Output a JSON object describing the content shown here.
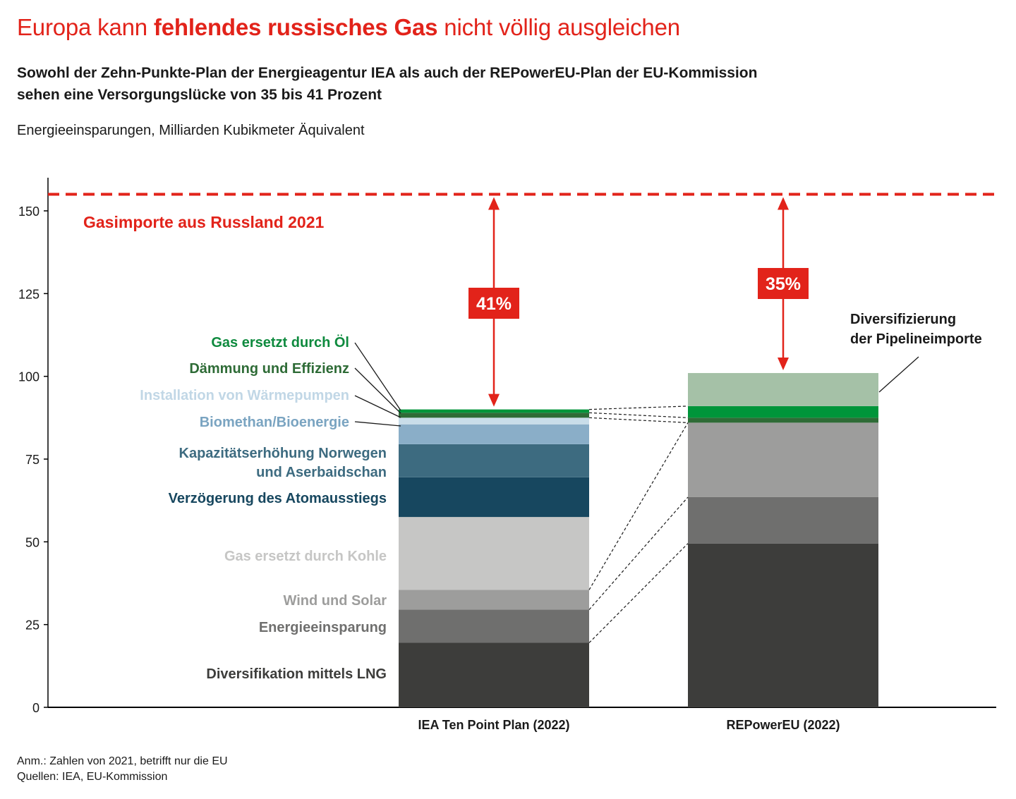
{
  "header": {
    "title_pre": "Europa kann ",
    "title_bold": "fehlendes russisches Gas",
    "title_post": " nicht völlig ausgleichen",
    "subtitle_line1": "Sowohl der Zehn-Punkte-Plan der Energieagentur IEA als auch der REPowerEU-Plan der EU-Kommission",
    "subtitle_line2": "sehen eine Versorgungslücke von 35 bis 41 Prozent",
    "unit": "Energieeinsparungen, Milliarden Kubikmeter Äquivalent"
  },
  "footer": {
    "note": "Anm.: Zahlen von 2021, betrifft nur die EU",
    "sources": "Quellen: IEA, EU-Kommission"
  },
  "colors": {
    "accent_red": "#e2231a",
    "axis": "#000000"
  },
  "chart_data": {
    "type": "bar",
    "stacked": true,
    "categories": [
      "IEA Ten Point Plan (2022)",
      "REPowerEU (2022)"
    ],
    "ylim": [
      0,
      160
    ],
    "yticks": [
      0,
      25,
      50,
      75,
      100,
      125,
      150
    ],
    "reference_line": {
      "label": "Gasimporte aus Russland 2021",
      "value": 155,
      "color": "#e2231a",
      "style": "dashed"
    },
    "gap_labels": [
      "41%",
      "35%"
    ],
    "series": [
      {
        "name": "Diversifikation mittels LNG",
        "color": "#3d3d3b",
        "values": [
          19.5,
          49.5
        ]
      },
      {
        "name": "Energieeinsparung",
        "color": "#6f6f6e",
        "values": [
          10,
          14
        ]
      },
      {
        "name": "Wind und Solar",
        "color": "#9d9d9c",
        "values": [
          6,
          22.5
        ]
      },
      {
        "name": "Gas ersetzt durch Kohle",
        "color": "#c6c6c5",
        "values": [
          22,
          0
        ]
      },
      {
        "name": "Verzögerung des Atomausstiegs",
        "color": "#17475f",
        "values": [
          12,
          0
        ]
      },
      {
        "name": "Kapazitätserhöhung Norwegen und Aserbaidschan",
        "color": "#3d6b80",
        "values": [
          10,
          0
        ]
      },
      {
        "name": "Biomethan/Bioenergie",
        "color": "#8aaec8",
        "values": [
          6,
          0
        ]
      },
      {
        "name": "Installation von Wärmepumpen",
        "color": "#c9dde9",
        "values": [
          2,
          0
        ]
      },
      {
        "name": "Dämmung und Effizienz",
        "color": "#2e6b36",
        "values": [
          1.5,
          1.5
        ]
      },
      {
        "name": "Gas ersetzt durch Öl",
        "color": "#00953a",
        "values": [
          1,
          3.5
        ]
      },
      {
        "name": "Diversifizierung der Pipelineimporte",
        "color": "#a5c1a7",
        "values": [
          0,
          10
        ]
      }
    ],
    "labels_left": [
      {
        "lines": [
          "Gas ersetzt durch Öl"
        ],
        "color": "#0e8a3e"
      },
      {
        "lines": [
          "Dämmung und Effizienz"
        ],
        "color": "#2e6b36"
      },
      {
        "lines": [
          "Installation von Wärmepumpen"
        ],
        "color": "#c1d7e6"
      },
      {
        "lines": [
          "Biomethan/Bioenergie"
        ],
        "color": "#7aa4c1"
      },
      {
        "lines": [
          "Kapazitätserhöhung Norwegen",
          "und Aserbaidschan"
        ],
        "color": "#3d6b80"
      },
      {
        "lines": [
          "Verzögerung des Atomausstiegs"
        ],
        "color": "#17475f"
      },
      {
        "lines": [
          "Gas ersetzt durch Kohle"
        ],
        "color": "#c6c6c5"
      },
      {
        "lines": [
          "Wind und Solar"
        ],
        "color": "#9d9d9c"
      },
      {
        "lines": [
          "Energieeinsparung"
        ],
        "color": "#6f6f6e"
      },
      {
        "lines": [
          "Diversifikation mittels LNG"
        ],
        "color": "#3d3d3b"
      }
    ],
    "label_right": {
      "lines": [
        "Diversifizierung",
        "der Pipelineimporte"
      ],
      "color": "#1a1a1a"
    }
  }
}
